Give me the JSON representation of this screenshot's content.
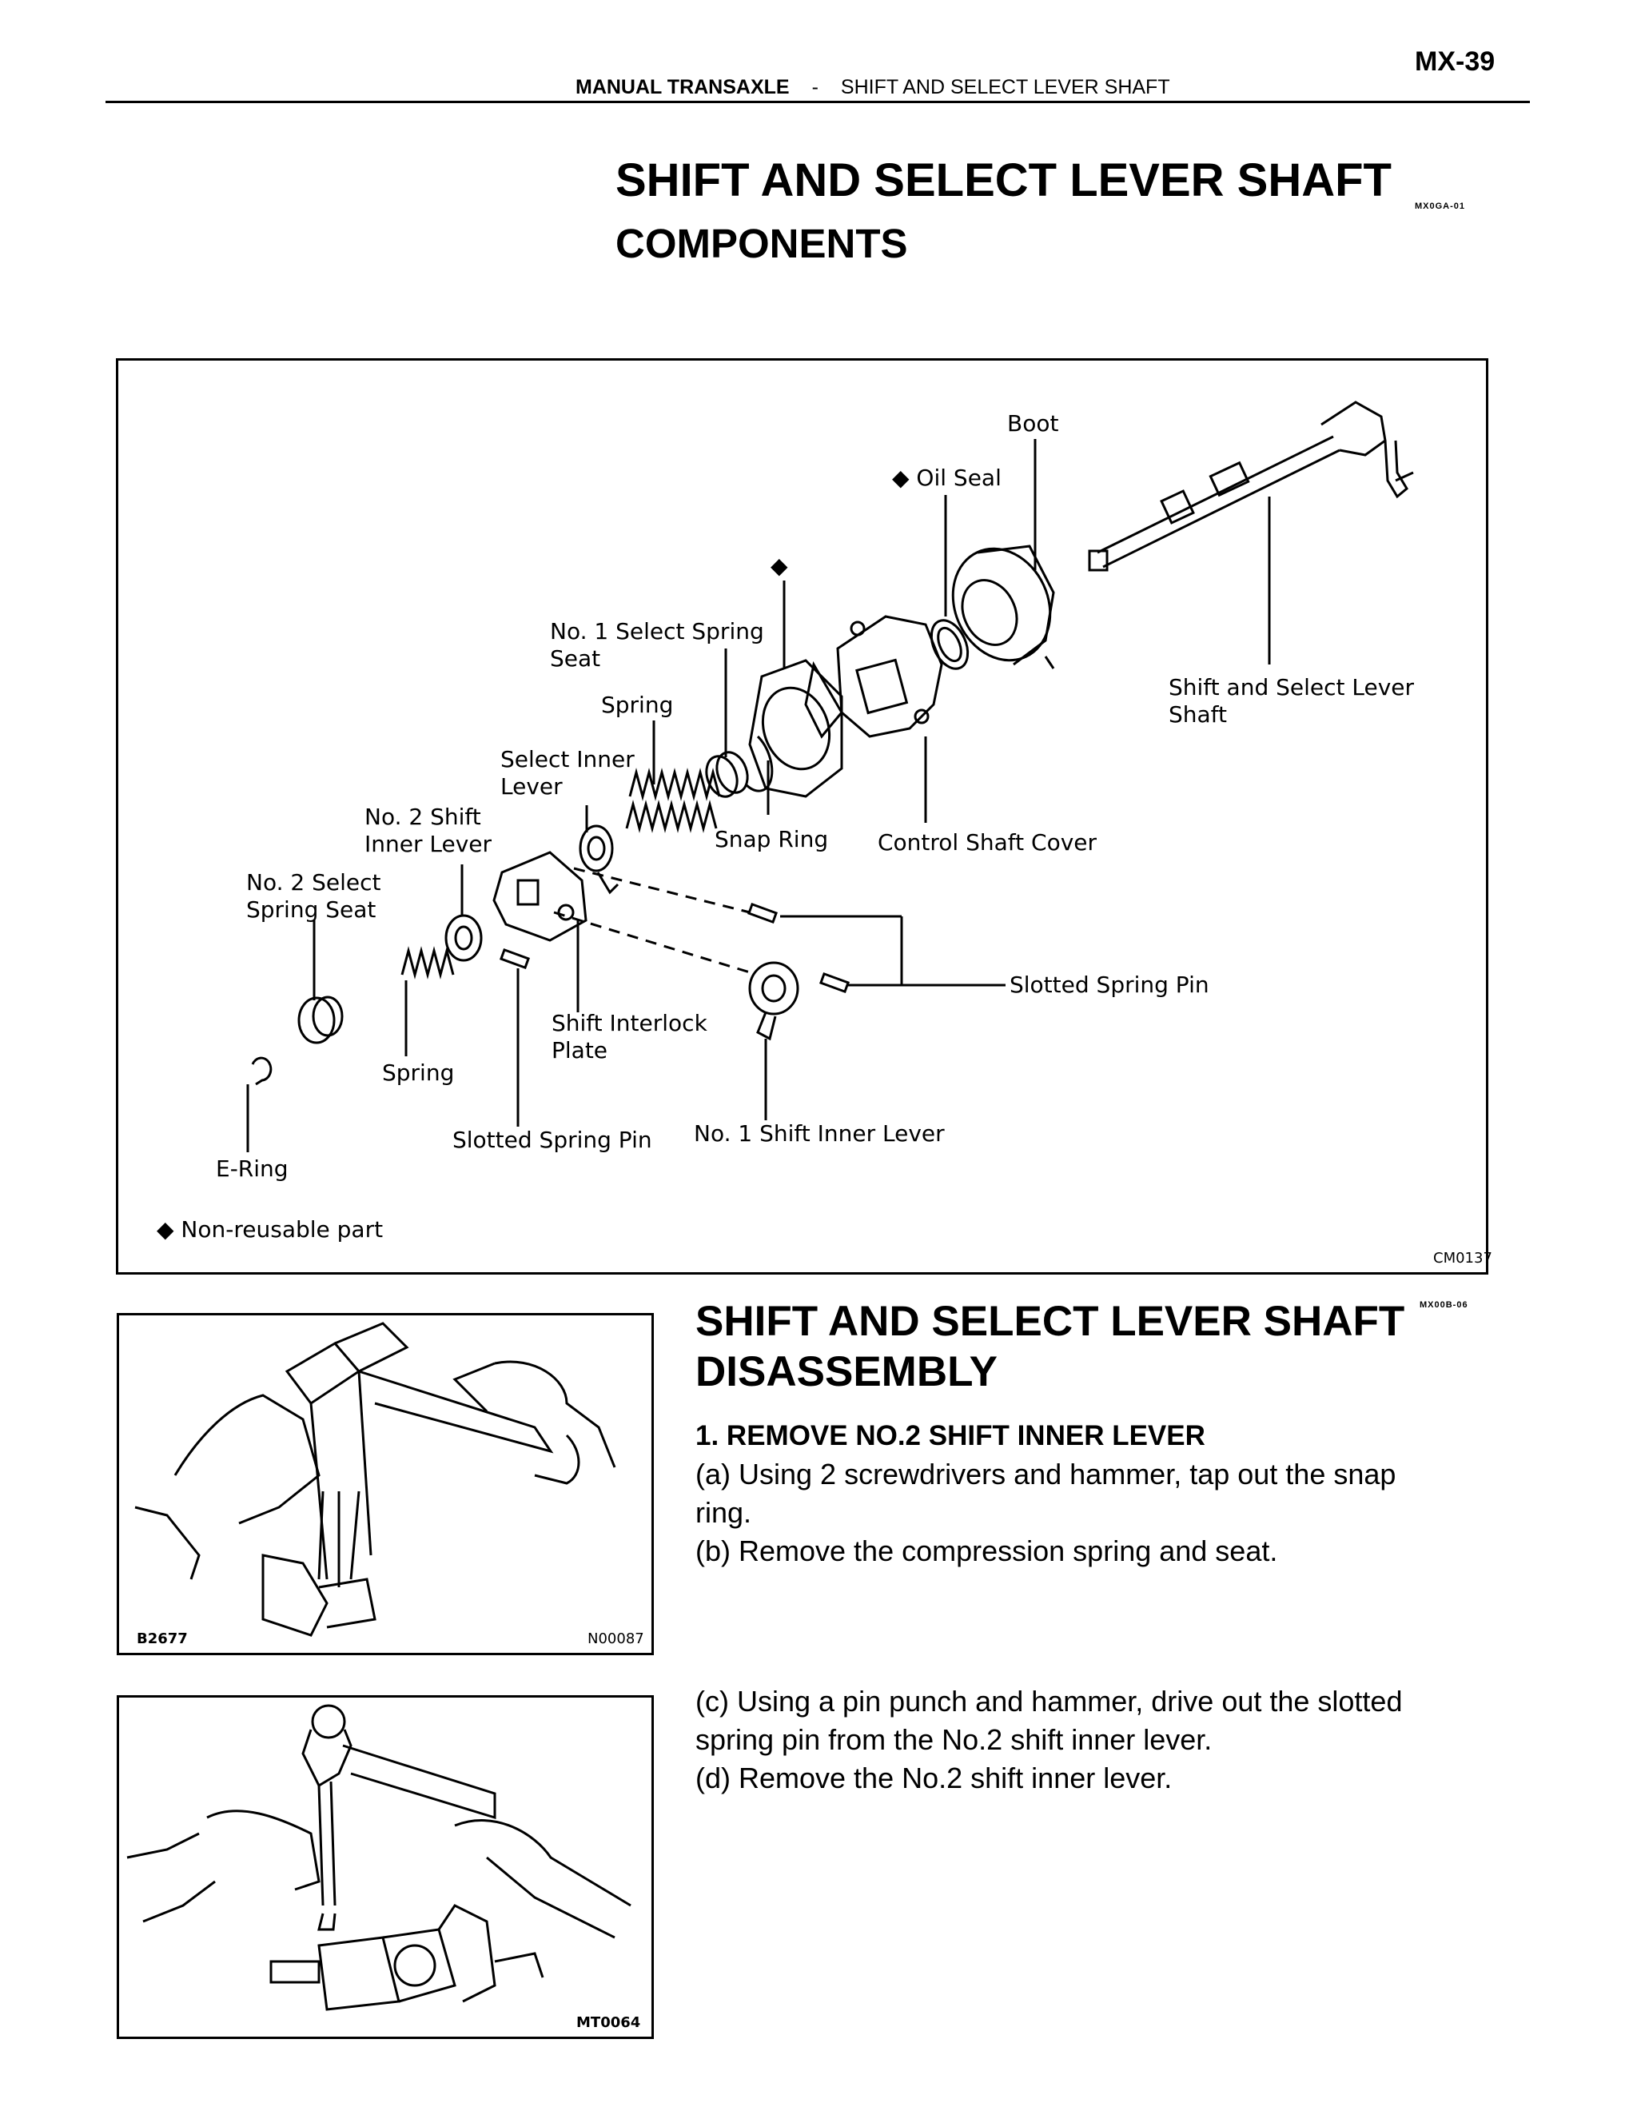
{
  "page": {
    "number": "MX-39",
    "header_section": "MANUAL TRANSAXLE",
    "header_separator": "-",
    "header_title": "SHIFT AND SELECT LEVER SHAFT"
  },
  "components": {
    "title": "SHIFT AND SELECT LEVER SHAFT",
    "code": "MX0GA-01",
    "subtitle": "COMPONENTS",
    "figure_code": "CM0137",
    "labels": {
      "boot": "Boot",
      "oil_seal": "◆ Oil Seal",
      "diamond": "◆",
      "no1_select_spring_seat_1": "No. 1 Select Spring",
      "no1_select_spring_seat_2": "Seat",
      "spring_upper": "Spring",
      "select_inner_lever_1": "Select Inner",
      "select_inner_lever_2": "Lever",
      "no2_shift_inner_lever_1": "No. 2 Shift",
      "no2_shift_inner_lever_2": "Inner Lever",
      "no2_select_spring_seat_1": "No. 2 Select",
      "no2_select_spring_seat_2": "Spring Seat",
      "snap_ring": "Snap Ring",
      "control_shaft_cover": "Control Shaft Cover",
      "shift_select_lever_shaft_1": "Shift and Select Lever",
      "shift_select_lever_shaft_2": "Shaft",
      "slotted_spring_pin_right": "Slotted Spring Pin",
      "shift_interlock_plate_1": "Shift Interlock",
      "shift_interlock_plate_2": "Plate",
      "spring_lower": "Spring",
      "slotted_spring_pin_bottom": "Slotted Spring Pin",
      "no1_shift_inner_lever": "No. 1 Shift Inner Lever",
      "e_ring": "E-Ring",
      "legend": "◆ Non-reusable part"
    }
  },
  "disassembly": {
    "title_line1": "SHIFT AND SELECT LEVER SHAFT",
    "title_line2": "DISASSEMBLY",
    "code": "MX00B-06",
    "step1_title": "1. REMOVE NO.2 SHIFT INNER LEVER",
    "step1_a": "(a) Using 2 screwdrivers and hammer, tap out the snap ring.",
    "step1_b": "(b) Remove the compression spring and seat.",
    "step1_c": "(c) Using a pin punch and hammer, drive out the slotted spring pin from the No.2 shift inner lever.",
    "step1_d": "(d) Remove the No.2 shift inner lever.",
    "figure1_left_code": "B2677",
    "figure1_right_code": "N00087",
    "figure2_code": "MT0064"
  }
}
